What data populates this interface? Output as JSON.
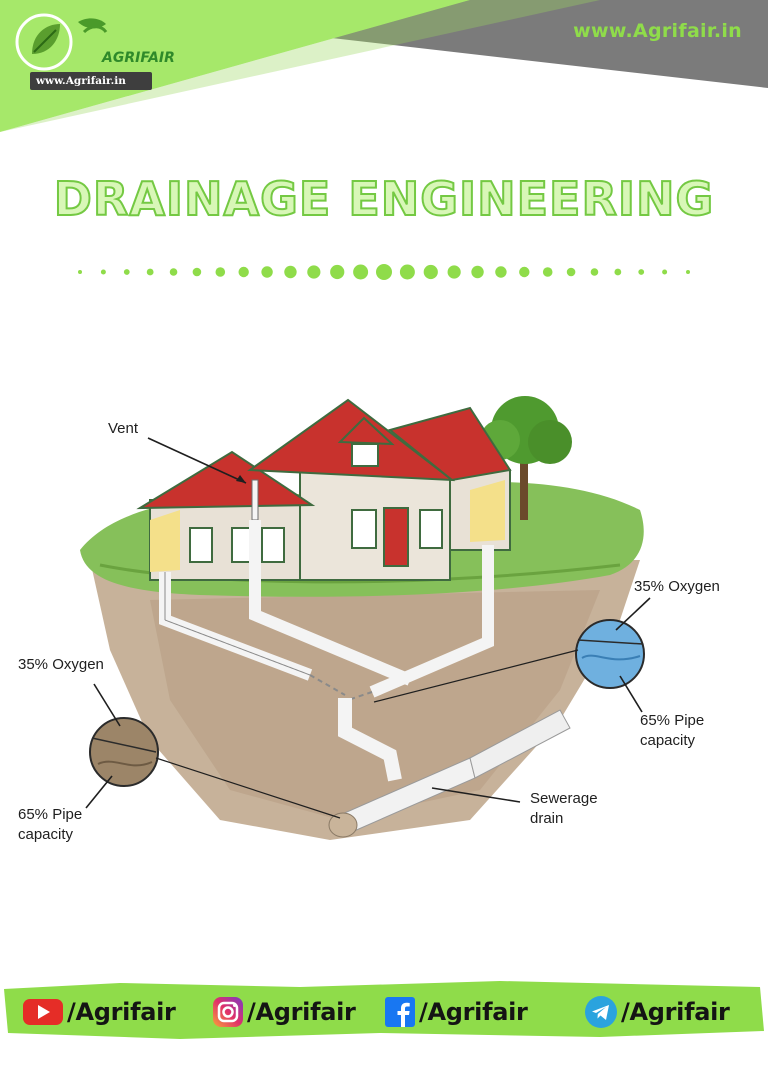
{
  "header": {
    "site_url": "www.Agrifair.in",
    "logo_name": "AGRIFAIR",
    "logo_url": "www.Agrifair.in"
  },
  "title": "DRAINAGE ENGINEERING",
  "diagram": {
    "labels": {
      "vent": "Vent",
      "oxygen_right": "35% Oxygen",
      "pipe_right_line1": "65% Pipe",
      "pipe_right_line2": "capacity",
      "oxygen_left": "35% Oxygen",
      "pipe_left_line1": "65% Pipe",
      "pipe_left_line2": "capacity",
      "sewer_line1": "Sewerage",
      "sewer_line2": "drain"
    }
  },
  "footer": {
    "youtube": "/Agrifair",
    "instagram": "/Agrifair",
    "facebook": "/Agrifair",
    "telegram": "/Agrifair"
  },
  "colors": {
    "brand_green": "#8fdc4a",
    "header_gray": "#7a7a7a",
    "roof_red": "#c8322d"
  }
}
